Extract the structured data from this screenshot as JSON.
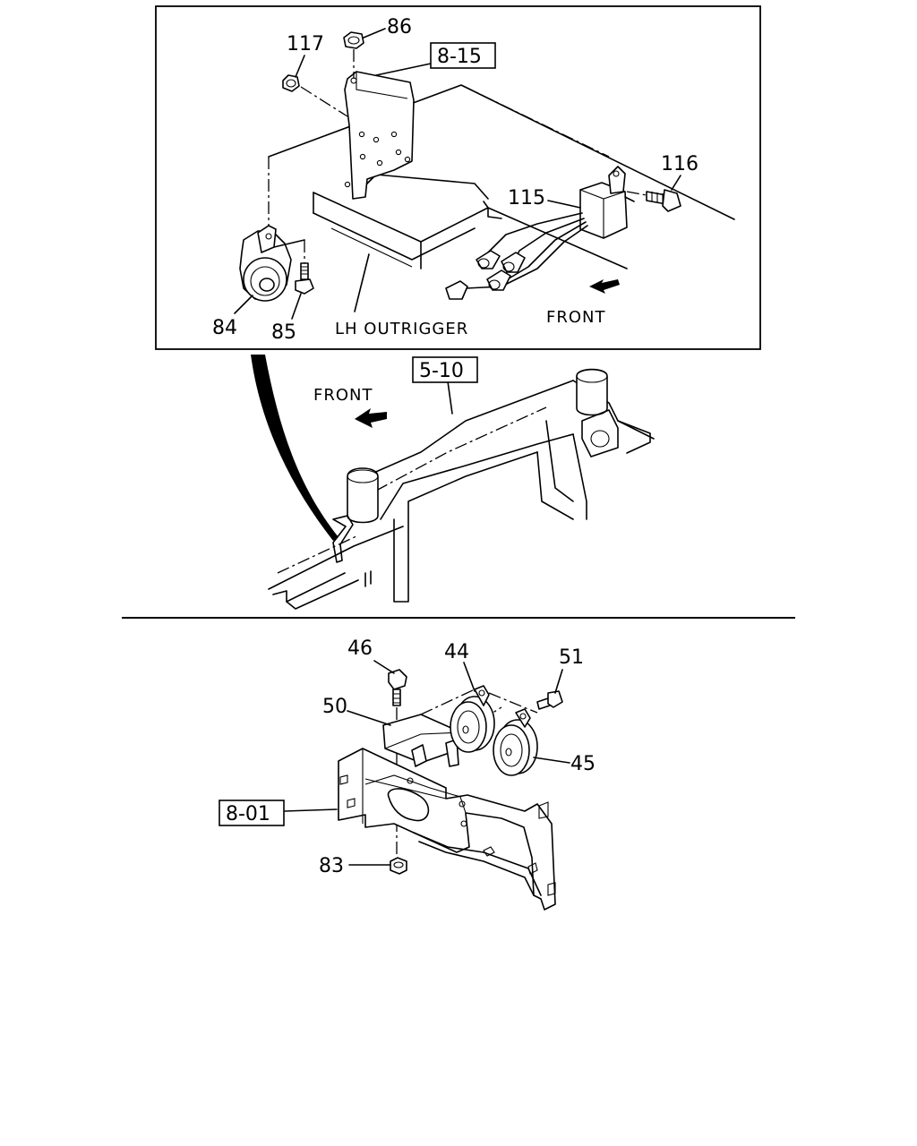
{
  "upper_view": {
    "callouts": {
      "c117": "117",
      "c86": "86",
      "c116": "116",
      "c115": "115",
      "c84": "84",
      "c85": "85"
    },
    "ref_box": "8-15",
    "outrigger_label": "LH OUTRIGGER",
    "front_label": "FRONT"
  },
  "frame_view": {
    "ref_box": "5-10",
    "front_label": "FRONT"
  },
  "lower_view": {
    "callouts": {
      "c46": "46",
      "c44": "44",
      "c51": "51",
      "c50": "50",
      "c45": "45",
      "c83": "83"
    },
    "ref_box": "8-01"
  },
  "icons": [
    "front-arrow-icon",
    "bolt-icon",
    "nut-icon",
    "horn-icon",
    "connector-icon"
  ],
  "colors": {
    "line": "#000000",
    "background": "#ffffff"
  }
}
